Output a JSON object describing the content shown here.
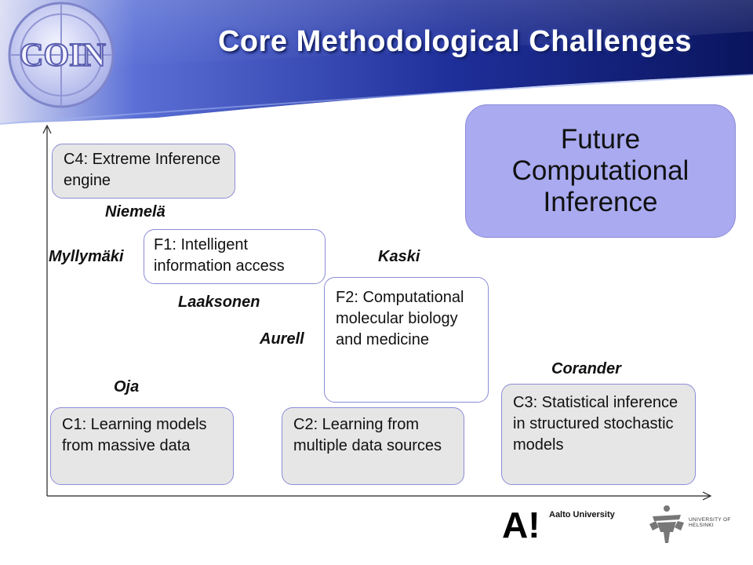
{
  "header": {
    "title": "Core Methodological Challenges",
    "logo_text": "COIN"
  },
  "future_box": {
    "label": "Future Computational Inference"
  },
  "boxes": {
    "c4": "C4: Extreme Inference engine",
    "f1": "F1: Intelligent information access",
    "f2": "F2: Computational molecular biology and medicine",
    "c1": "C1: Learning models from massive data",
    "c2": "C2: Learning from multiple data sources",
    "c3": "C3: Statistical inference in structured stochastic models"
  },
  "names": {
    "niemela": "Niemelä",
    "myllymaki": "Myllymäki",
    "kaski": "Kaski",
    "laaksonen": "Laaksonen",
    "aurell": "Aurell",
    "corander": "Corander",
    "oja": "Oja"
  },
  "footer_logos": {
    "aalto_mark": "A!",
    "aalto_name": "Aalto University",
    "helsinki_name": "UNIVERSITY OF HELSINKI"
  },
  "colors": {
    "header_dark": "#0d1b6e",
    "header_light": "#4f66d8",
    "box_fill": "#e6e6e6",
    "box_border": "#8c8cd8",
    "future_fill": "#a9aaf0"
  }
}
